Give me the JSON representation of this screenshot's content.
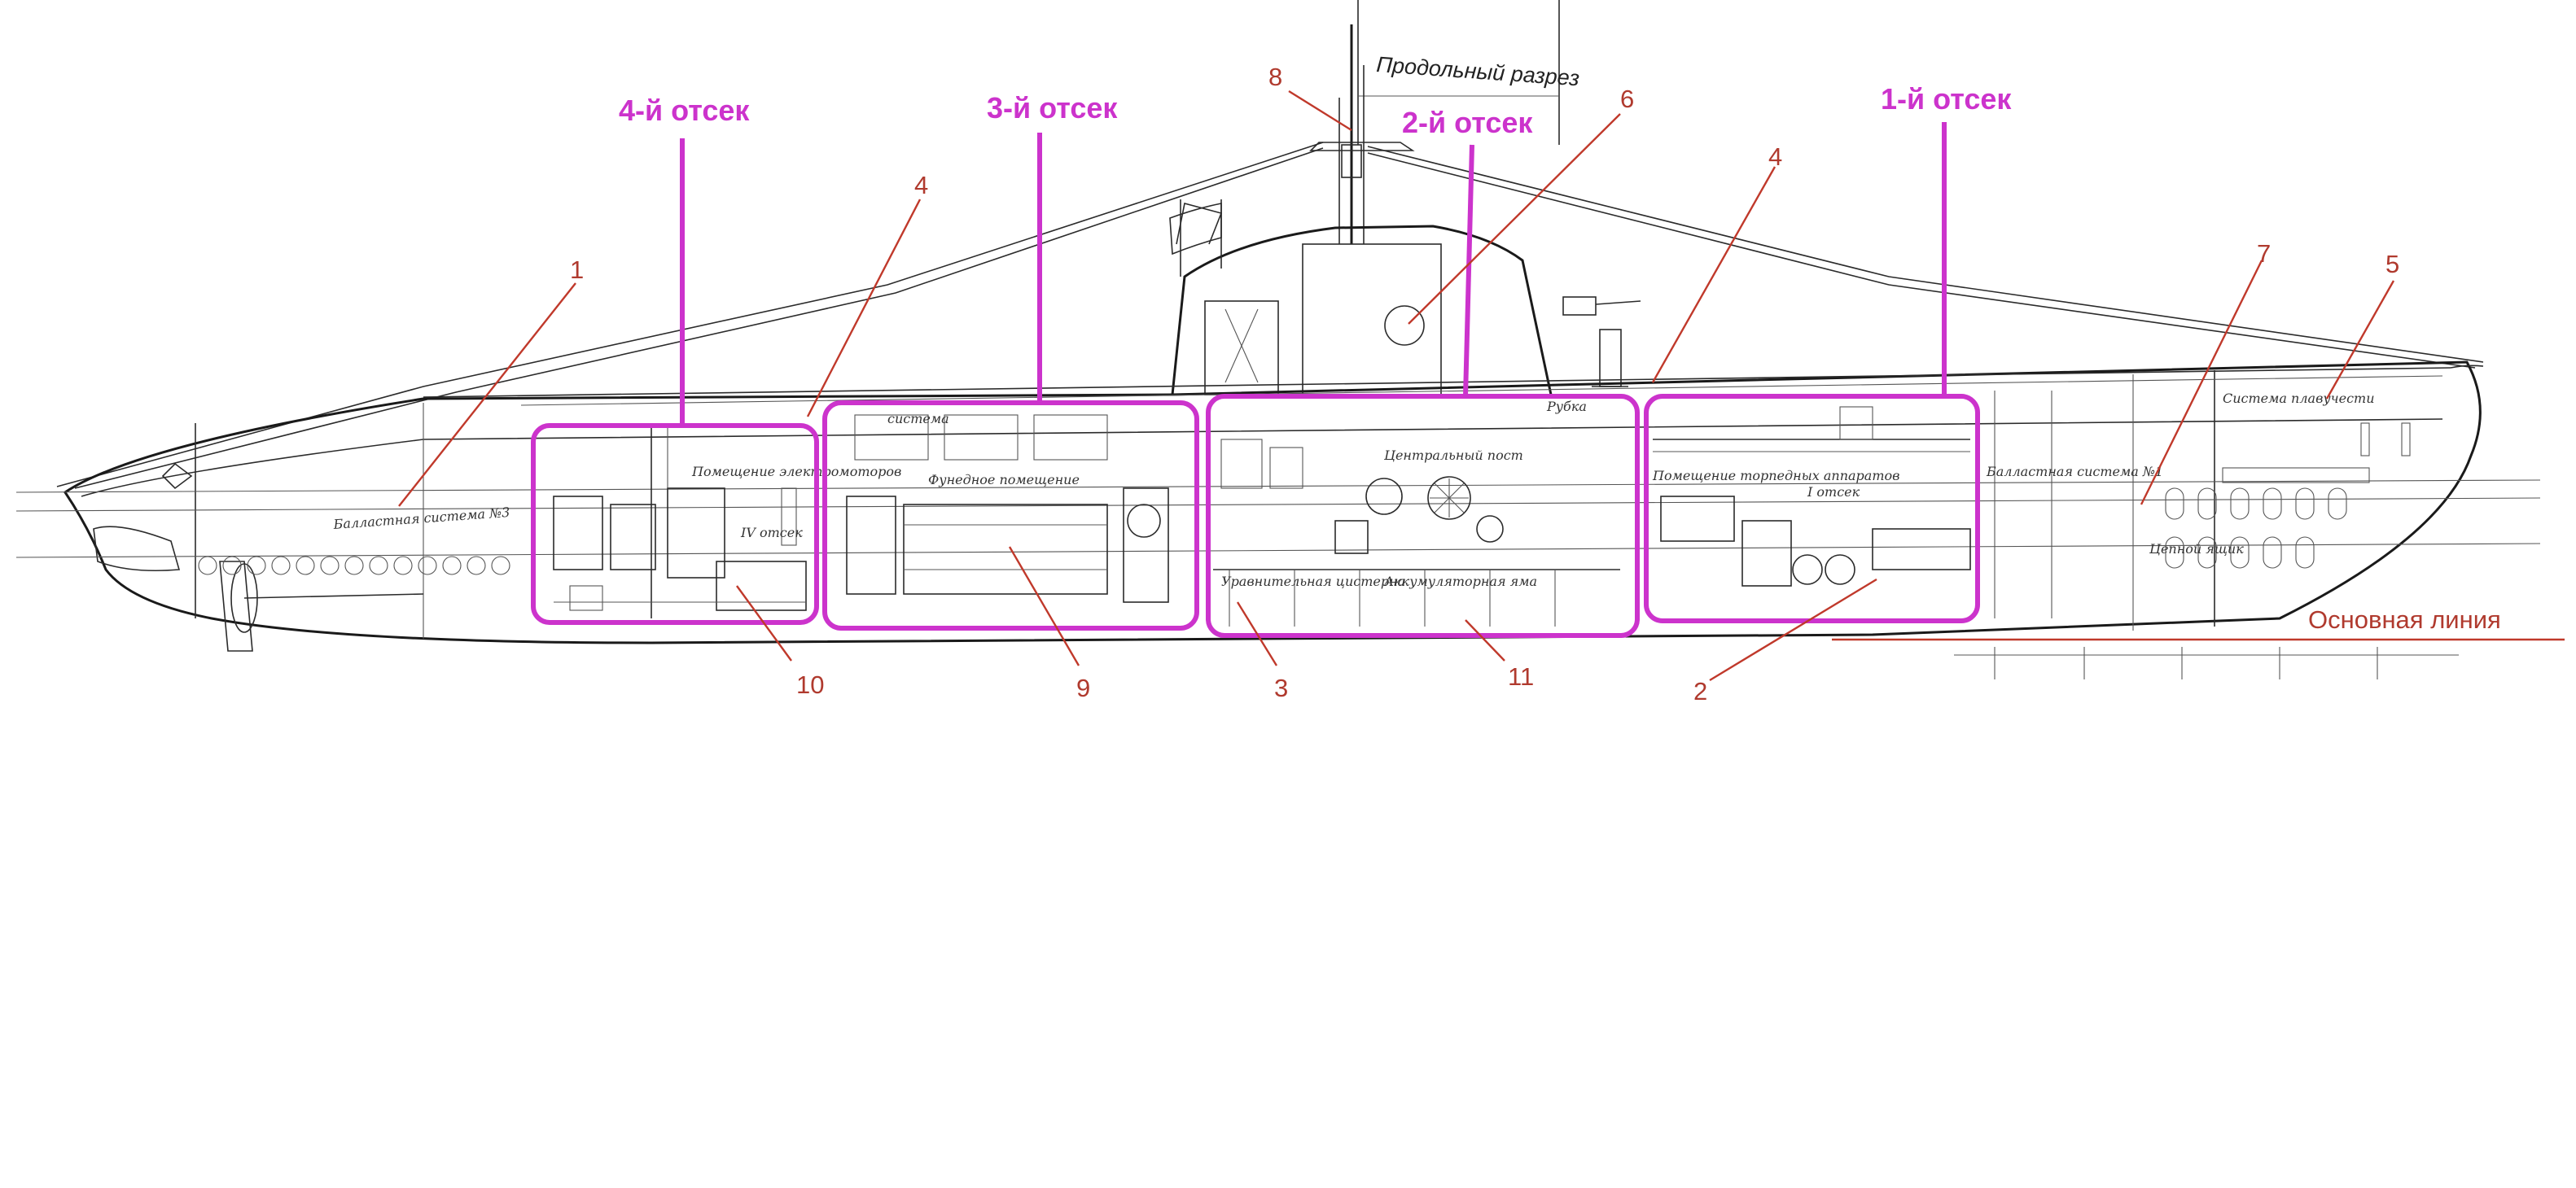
{
  "drawing": {
    "title": "Продольный разрез",
    "baseline_label": "Основная линия",
    "hand_labels": [
      "Балластная система №3",
      "Помещение электромоторов",
      "IV отсек",
      "Фунедное помещение",
      "система",
      "Центральный пост",
      "Рубка",
      "Аккумуляторная яма",
      "Уравнительная цистерна",
      "Помещение торпедных аппаратов",
      "I отсек",
      "Балластная система №1",
      "Цепной ящик",
      "Система плавучести"
    ]
  },
  "compartments": [
    {
      "label": "4-й отсек"
    },
    {
      "label": "3-й отсек"
    },
    {
      "label": "2-й отсек"
    },
    {
      "label": "1-й отсек"
    }
  ],
  "callouts": [
    {
      "label": "1"
    },
    {
      "label": "4"
    },
    {
      "label": "8"
    },
    {
      "label": "6"
    },
    {
      "label": "4"
    },
    {
      "label": "7"
    },
    {
      "label": "5"
    },
    {
      "label": "10"
    },
    {
      "label": "9"
    },
    {
      "label": "3"
    },
    {
      "label": "11"
    },
    {
      "label": "2"
    }
  ],
  "colors": {
    "compartment_highlight": "#cc33cc",
    "callout": "#c0392b",
    "drawing_ink": "#1a1a1a"
  }
}
